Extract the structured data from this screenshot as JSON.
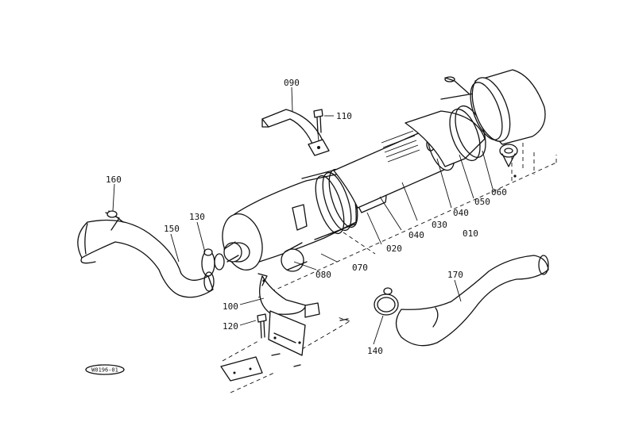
{
  "callouts": [
    {
      "id": "p090",
      "label": "090"
    },
    {
      "id": "p110",
      "label": "110"
    },
    {
      "id": "p160",
      "label": "160"
    },
    {
      "id": "p130",
      "label": "130"
    },
    {
      "id": "p150",
      "label": "150"
    },
    {
      "id": "p100",
      "label": "100"
    },
    {
      "id": "p120",
      "label": "120"
    },
    {
      "id": "p140",
      "label": "140"
    },
    {
      "id": "p170",
      "label": "170"
    },
    {
      "id": "p080",
      "label": "080"
    },
    {
      "id": "p070",
      "label": "070"
    },
    {
      "id": "p020",
      "label": "020"
    },
    {
      "id": "p040a",
      "label": "040"
    },
    {
      "id": "p030",
      "label": "030"
    },
    {
      "id": "p010",
      "label": "010"
    },
    {
      "id": "p040b",
      "label": "040"
    },
    {
      "id": "p050",
      "label": "050"
    },
    {
      "id": "p060",
      "label": "060"
    }
  ],
  "drawing_code": "W0196-01"
}
